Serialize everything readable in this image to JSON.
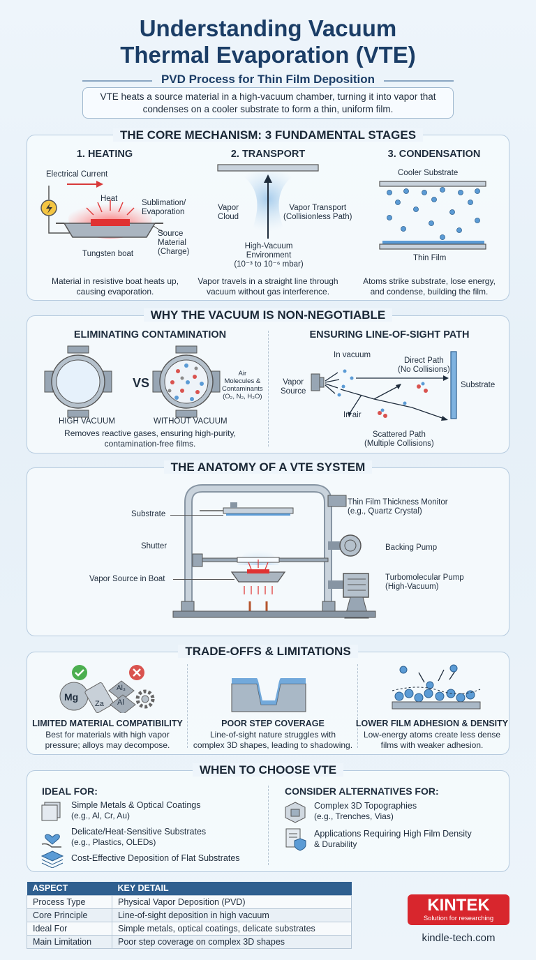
{
  "header": {
    "title_line1": "Understanding Vacuum",
    "title_line2": "Thermal Evaporation (VTE)",
    "subtitle": "PVD Process for Thin Film Deposition",
    "intro_line1": "VTE heats a source material in a high-vacuum chamber, turning it into vapor that",
    "intro_line2": "condenses on a cooler substrate to form a thin, uniform film."
  },
  "mechanism": {
    "title": "THE CORE MECHANISM: 3 FUNDAMENTAL STAGES",
    "heating": {
      "title": "1. HEATING",
      "current_label": "Electrical Current",
      "heat_label": "Heat",
      "sublimation_label_1": "Sublimation/",
      "sublimation_label_2": "Evaporation",
      "source_label_1": "Source",
      "source_label_2": "Material",
      "source_label_3": "(Charge)",
      "boat_label": "Tungsten boat",
      "caption_1": "Material in resistive boat heats up,",
      "caption_2": "causing evaporation."
    },
    "transport": {
      "title": "2. TRANSPORT",
      "cloud_label_1": "Vapor",
      "cloud_label_2": "Cloud",
      "path_label_1": "Vapor Transport",
      "path_label_2": "(Collisionless Path)",
      "env_label_1": "High-Vacuum",
      "env_label_2": "Environment",
      "env_label_3": "(10⁻³ to 10⁻⁶ mbar)",
      "caption_1": "Vapor travels in a straight line through",
      "caption_2": "vacuum without gas interference."
    },
    "condensation": {
      "title": "3. CONDENSATION",
      "substrate_label": "Cooler Substrate",
      "film_label": "Thin Film",
      "caption_1": "Atoms strike substrate, lose energy,",
      "caption_2": "and condense, building the film."
    }
  },
  "vacuum": {
    "title": "WHY THE VACUUM IS NON-NEGOTIABLE",
    "contamination": {
      "title": "ELIMINATING CONTAMINATION",
      "vs": "VS",
      "air_label_1": "Air",
      "air_label_2": "Molecules &",
      "air_label_3": "Contaminants",
      "air_label_4": "(O₂, N₂, H₂O)",
      "high_vacuum": "HIGH VACUUM",
      "without_vacuum": "WITHOUT VACUUM",
      "caption_1": "Removes reactive gases, ensuring high-purity,",
      "caption_2": "contamination-free films."
    },
    "line_of_sight": {
      "title": "ENSURING LINE-OF-SIGHT PATH",
      "in_vacuum": "In vacuum",
      "direct_1": "Direct Path",
      "direct_2": "(No Collisions)",
      "vapor_source_1": "Vapor",
      "vapor_source_2": "Source",
      "substrate": "Substrate",
      "in_air": "In air",
      "scattered_1": "Scattered Path",
      "scattered_2": "(Multiple Collisions)"
    }
  },
  "anatomy": {
    "title": "THE ANATOMY OF A VTE SYSTEM",
    "substrate": "Substrate",
    "shutter": "Shutter",
    "vapor_source": "Vapor Source in Boat",
    "monitor_1": "Thin Film Thickness Monitor",
    "monitor_2": "(e.g., Quartz Crystal)",
    "backing_pump": "Backing Pump",
    "turbo_1": "Turbomolecular Pump",
    "turbo_2": "(High-Vacuum)"
  },
  "tradeoffs": {
    "title": "TRADE-OFFS & LIMITATIONS",
    "items": [
      {
        "title": "LIMITED MATERIAL COMPATIBILITY",
        "desc_1": "Best for materials with high vapor",
        "desc_2": "pressure; alloys may decompose."
      },
      {
        "title": "POOR STEP COVERAGE",
        "desc_1": "Line-of-sight nature struggles with",
        "desc_2": "complex 3D shapes, leading to shadowing."
      },
      {
        "title": "LOWER FILM ADHESION & DENSITY",
        "desc_1": "Low-energy atoms create less dense",
        "desc_2": "films with weaker adhesion."
      }
    ],
    "mg": "Mg",
    "za": "Za",
    "al_top": "Al₃",
    "al": "Al"
  },
  "choose": {
    "title": "WHEN TO CHOOSE VTE",
    "ideal_heading": "IDEAL FOR:",
    "ideal": [
      {
        "main": "Simple Metals & Optical Coatings",
        "sub": "(e.g., Al, Cr, Au)",
        "icon": "metal-sheets-icon"
      },
      {
        "main": "Delicate/Heat-Sensitive Substrates",
        "sub": "(e.g., Plastics, OLEDs)",
        "icon": "hand-heart-icon"
      },
      {
        "main": "Cost-Effective Deposition of Flat Substrates",
        "sub": "",
        "icon": "layers-icon"
      }
    ],
    "alt_heading": "CONSIDER ALTERNATIVES FOR:",
    "alternatives": [
      {
        "main": "Complex 3D Topographies",
        "sub": "(e.g., Trenches, Vias)",
        "icon": "cube-icon"
      },
      {
        "main": "Applications Requiring High Film Density",
        "sub": "& Durability",
        "icon": "document-shield-icon"
      }
    ]
  },
  "summary": {
    "headers": [
      "ASPECT",
      "KEY DETAIL"
    ],
    "rows": [
      [
        "Process Type",
        "Physical Vapor Deposition (PVD)"
      ],
      [
        "Core Principle",
        "Line-of-sight deposition in high vacuum"
      ],
      [
        "Ideal For",
        "Simple metals, optical coatings, delicate substrates"
      ],
      [
        "Main Limitation",
        "Poor step coverage on complex 3D shapes"
      ]
    ]
  },
  "brand": {
    "name": "KINTEK",
    "tagline": "Solution for researching",
    "url": "kindle-tech.com",
    "color": "#d8262d"
  }
}
